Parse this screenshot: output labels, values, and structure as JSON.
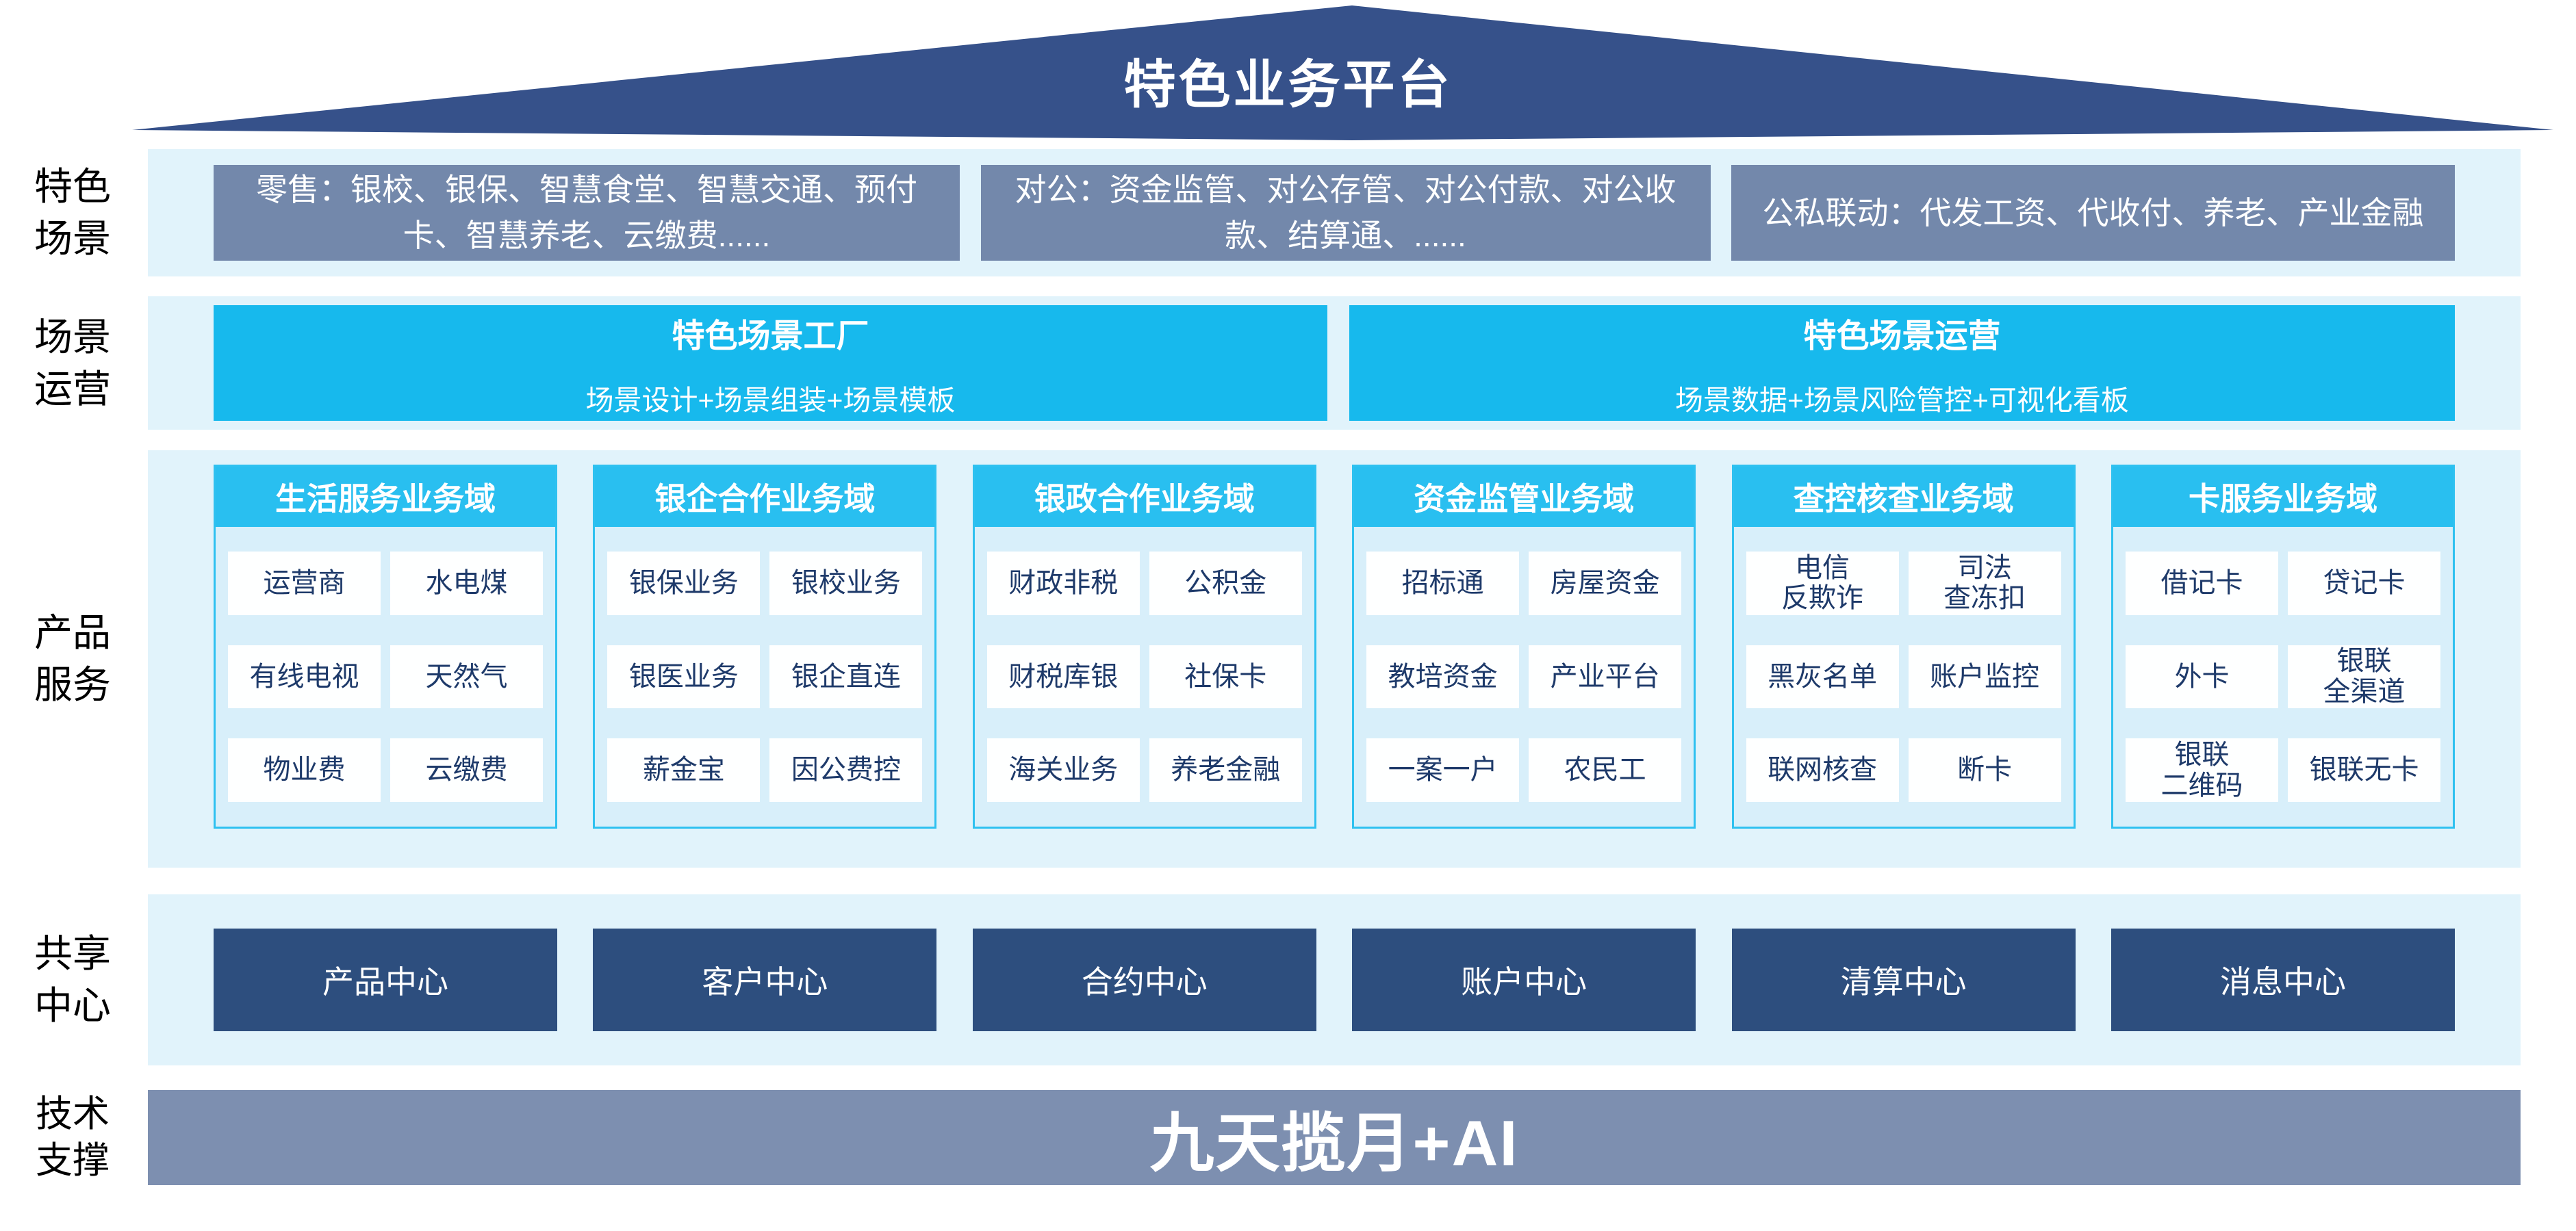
{
  "roof": {
    "title": "特色业务平台"
  },
  "scenes": {
    "row_label": "特色\n场景",
    "boxes": [
      "零售：银校、银保、智慧食堂、智慧交通、预付卡、智慧养老、云缴费......",
      "对公：资金监管、对公存管、对公付款、对公收款、结算通、......",
      "公私联动：代发工资、代收付、养老、产业金融"
    ]
  },
  "operations": {
    "row_label": "场景\n运营",
    "boxes": [
      {
        "title": "特色场景工厂",
        "subtitle": "场景设计+场景组装+场景模板"
      },
      {
        "title": "特色场景运营",
        "subtitle": "场景数据+场景风险管控+可视化看板"
      }
    ]
  },
  "products": {
    "row_label": "产品\n服务",
    "columns": [
      {
        "header": "生活服务业务域",
        "items": [
          "运营商",
          "水电煤",
          "有线电视",
          "天然气",
          "物业费",
          "云缴费"
        ]
      },
      {
        "header": "银企合作业务域",
        "items": [
          "银保业务",
          "银校业务",
          "银医业务",
          "银企直连",
          "薪金宝",
          "因公费控"
        ]
      },
      {
        "header": "银政合作业务域",
        "items": [
          "财政非税",
          "公积金",
          "财税库银",
          "社保卡",
          "海关业务",
          "养老金融"
        ]
      },
      {
        "header": "资金监管业务域",
        "items": [
          "招标通",
          "房屋资金",
          "教培资金",
          "产业平台",
          "一案一户",
          "农民工"
        ]
      },
      {
        "header": "查控核查业务域",
        "items": [
          "电信\n反欺诈",
          "司法\n查冻扣",
          "黑灰名单",
          "账户监控",
          "联网核查",
          "断卡"
        ]
      },
      {
        "header": "卡服务业务域",
        "items": [
          "借记卡",
          "贷记卡",
          "外卡",
          "银联\n全渠道",
          "银联\n二维码",
          "银联无卡"
        ]
      }
    ]
  },
  "centers": {
    "row_label": "共享\n中心",
    "boxes": [
      "产品中心",
      "客户中心",
      "合约中心",
      "账户中心",
      "清算中心",
      "消息中心"
    ]
  },
  "tech": {
    "row_label": "技术\n支撑",
    "title": "九天揽月+AI"
  },
  "colors": {
    "roof_navy": "#36518A",
    "center_navy": "#2D4E7E",
    "scene_gray_blue": "#7388AB",
    "tech_gray_blue": "#7D8FB0",
    "band_light_blue": "#E1F3FB",
    "column_body_blue": "#D8EFFA",
    "header_cyan": "#29BFF0",
    "ops_cyan": "#17B9ED",
    "item_text_navy": "#1E3A6A"
  }
}
